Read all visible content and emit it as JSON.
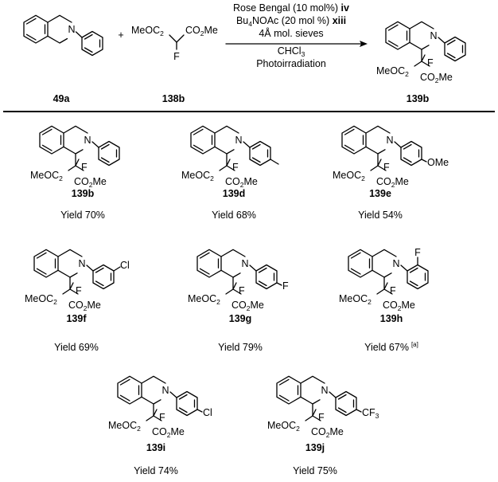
{
  "reaction": {
    "reactant1_code": "49a",
    "reactant2_code": "138b",
    "product_code": "139b",
    "plus": "+",
    "conditions": {
      "line1_text": "Rose Bengal (10 mol%) ",
      "line1_bold": "iv",
      "line2_pre": "Bu",
      "line2_sub": "4",
      "line2_text": "NOAc (20 mol %) ",
      "line2_bold": "xiii",
      "line3": "4Å mol. sieves",
      "line4_pre": "CHCl",
      "line4_sub": "3",
      "line5": "Photoirradiation"
    }
  },
  "atoms": {
    "N": "N",
    "F": "F",
    "Cl": "Cl",
    "OMe": "OMe",
    "CF": "CF",
    "CF_sub": "3",
    "MeO": "MeO",
    "C": "C",
    "O": "O",
    "O_sub": "2",
    "CO": "CO",
    "Me": "Me"
  },
  "products": [
    {
      "code": "139b",
      "yield": "Yield 70%"
    },
    {
      "code": "139d",
      "yield": "Yield 68%"
    },
    {
      "code": "139e",
      "yield": "Yield 54%"
    },
    {
      "code": "139f",
      "yield": "Yield 69%"
    },
    {
      "code": "139g",
      "yield": "Yield 79%"
    },
    {
      "code": "139h",
      "yield": "Yield 67%",
      "note": "[a]"
    },
    {
      "code": "139i",
      "yield": "Yield 74%"
    },
    {
      "code": "139j",
      "yield": "Yield 75%"
    }
  ]
}
